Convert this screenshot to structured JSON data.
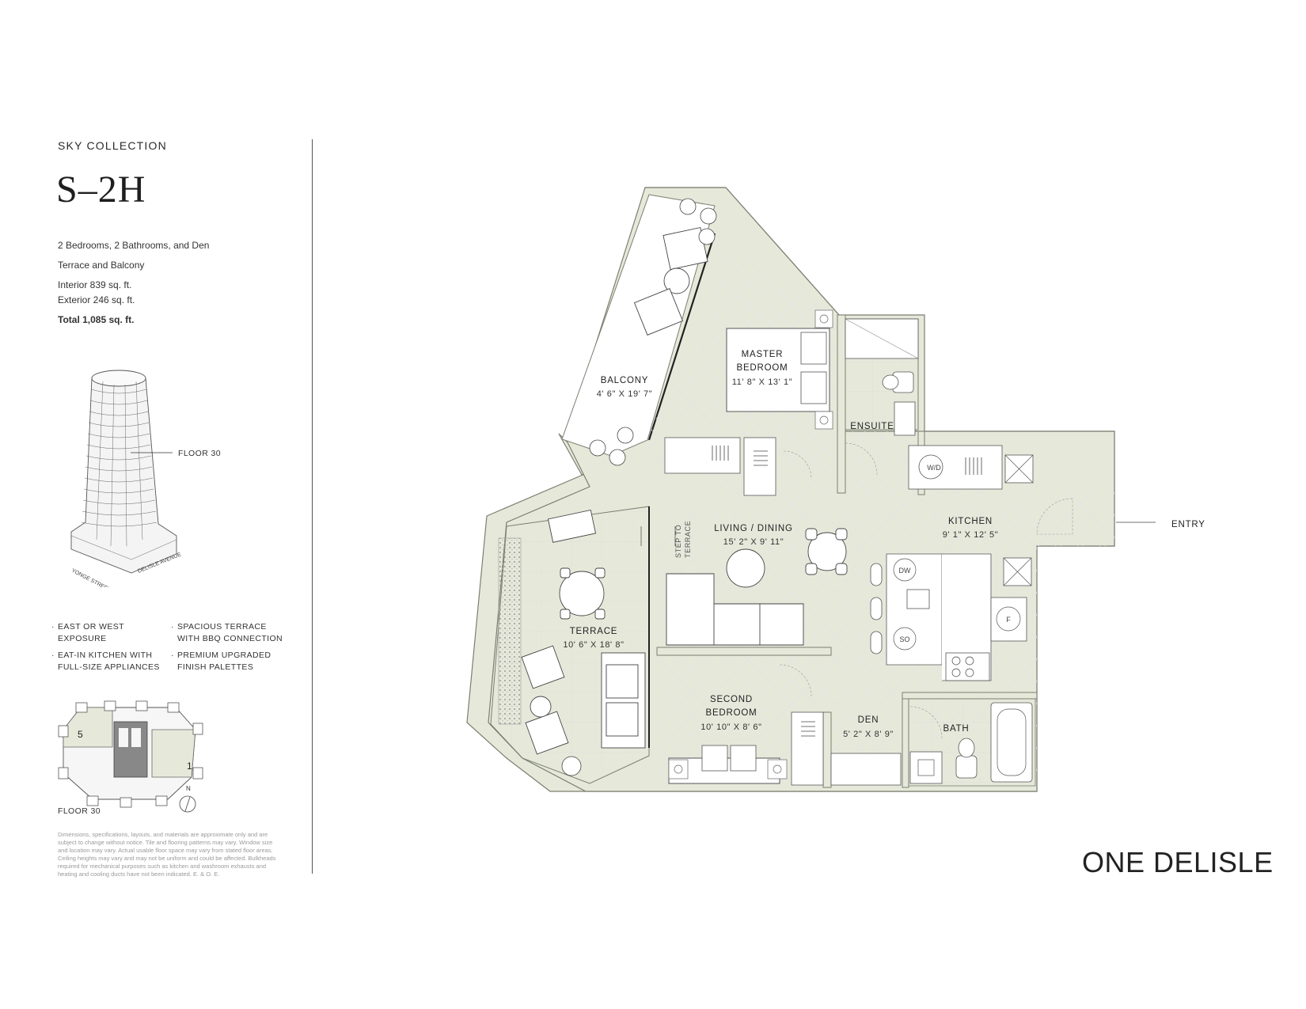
{
  "header": {
    "collection": "SKY COLLECTION",
    "unit": "S–2H",
    "description": "2 Bedrooms, 2 Bathrooms, and Den",
    "outdoor": "Terrace and Balcony",
    "interior": "Interior  839 sq. ft.",
    "exterior": "Exterior  246 sq. ft.",
    "total": "Total  1,085 sq. ft."
  },
  "building": {
    "floor_label": "FLOOR 30",
    "street_1": "YONGE STREET",
    "street_2": "DELISLE AVENUE"
  },
  "features": [
    "EAST OR WEST\nEXPOSURE",
    "SPACIOUS TERRACE\nWITH BBQ CONNECTION",
    "EAT-IN KITCHEN WITH\nFULL-SIZE APPLIANCES",
    "PREMIUM UPGRADED\nFINISH PALETTES"
  ],
  "keyplan": {
    "unit_left": "5",
    "unit_right": "1",
    "north": "N",
    "floor_label": "FLOOR 30"
  },
  "disclaimer": "Dimensions, specifications, layouts, and materials are approximate only and are subject to change without notice. Tile and flooring patterns may vary. Window size and location may vary. Actual usable floor space may vary from stated floor areas. Ceiling heights may vary and may not be uniform and could be affected. Bulkheads required for mechanical purposes such as kitchen and washroom exhausts and heating and cooling ducts have not been indicated. E. & O. E.",
  "plan": {
    "balcony": {
      "name": "BALCONY",
      "dim": "4' 6\" X 19' 7\""
    },
    "master": {
      "name1": "MASTER",
      "name2": "BEDROOM",
      "dim": "11' 8\" X 13' 1\""
    },
    "ensuite": {
      "name": "ENSUITE"
    },
    "living": {
      "name": "LIVING / DINING",
      "dim": "15' 2\" X 9' 11\""
    },
    "kitchen": {
      "name": "KITCHEN",
      "dim": "9' 1\" X 12' 5\""
    },
    "terrace": {
      "name": "TERRACE",
      "dim": "10' 6\" X 18' 8\""
    },
    "second": {
      "name1": "SECOND",
      "name2": "BEDROOM",
      "dim": "10' 10\" X 8' 6\""
    },
    "den": {
      "name": "DEN",
      "dim": "5' 2\" X 8' 9\""
    },
    "bath": {
      "name": "BATH"
    },
    "step1": "STEP TO",
    "step2": "TERRACE",
    "entry": "ENTRY",
    "appliances": {
      "wd": "W/D",
      "dw": "DW",
      "so": "SO",
      "f": "F"
    }
  },
  "brand": "ONE DELISLE",
  "colors": {
    "wall_fill": "#e6e9da",
    "outline": "#7a7f70",
    "ink": "#2a2a2a"
  }
}
